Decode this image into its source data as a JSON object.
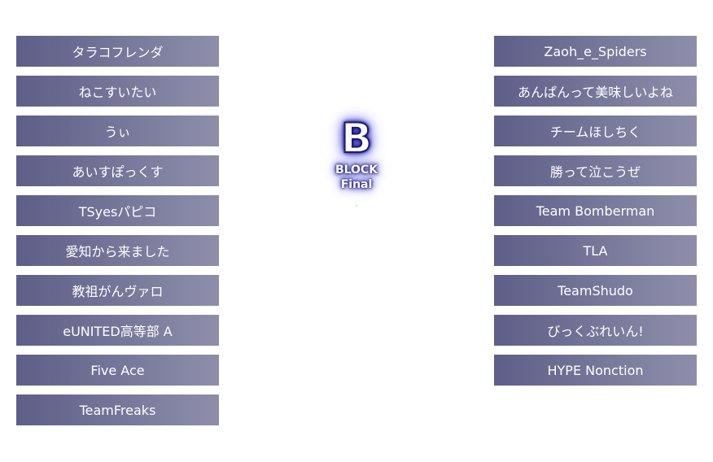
{
  "block": {
    "letter": "B",
    "label": "BLOCK",
    "sub": "Final"
  },
  "left_teams": [
    "タラコフレンダ",
    "ねこすいたい",
    "うぃ",
    "あいすぽっくす",
    "TSyesパピコ",
    "愛知から来ました",
    "教祖がんヴァロ",
    "eUNITED高等部 A",
    "Five Ace",
    "TeamFreaks"
  ],
  "right_teams": [
    "Zaoh_e_Spiders",
    "あんぱんって美味しいよね",
    "チームほしちく",
    "勝って泣こうぜ",
    "Team Bomberman",
    "TLA",
    "TeamShudo",
    "びっくぶれいん!",
    "HYPE Nonction"
  ],
  "colors": {
    "box_gradient_start": "#5e5e88",
    "box_gradient_end": "#8e8eab",
    "glow": "#1d1a74"
  }
}
